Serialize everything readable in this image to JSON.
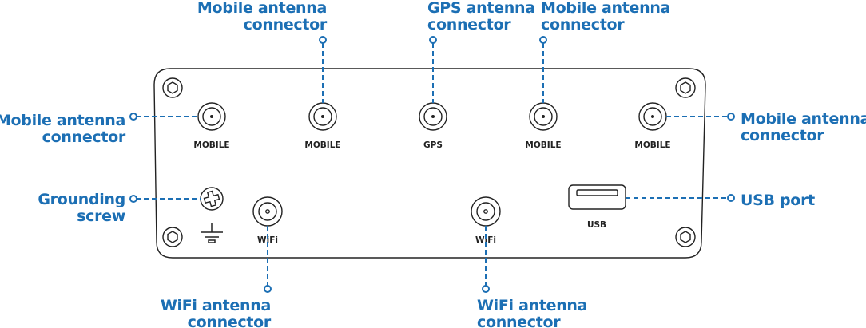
{
  "colors": {
    "accent": "#1c6fb4",
    "outline": "#222222"
  },
  "callouts": {
    "mobile_left": [
      "Mobile antenna",
      "connector"
    ],
    "mobile_top1": [
      "Mobile antenna",
      "connector"
    ],
    "gps_top": [
      "GPS antenna",
      "connector"
    ],
    "mobile_top2": [
      "Mobile antenna",
      "connector"
    ],
    "mobile_right": [
      "Mobile antenna",
      "connector"
    ],
    "grounding": [
      "Grounding",
      "screw"
    ],
    "usb": [
      "USB port"
    ],
    "wifi1": [
      "WiFi antenna",
      "connector"
    ],
    "wifi2": [
      "WiFi antenna",
      "connector"
    ]
  },
  "ports": {
    "mobile1": "MOBILE",
    "mobile2": "MOBILE",
    "gps": "GPS",
    "mobile3": "MOBILE",
    "mobile4": "MOBILE",
    "wifi1": "WiFi",
    "wifi2": "WiFi",
    "usb": "USB"
  }
}
